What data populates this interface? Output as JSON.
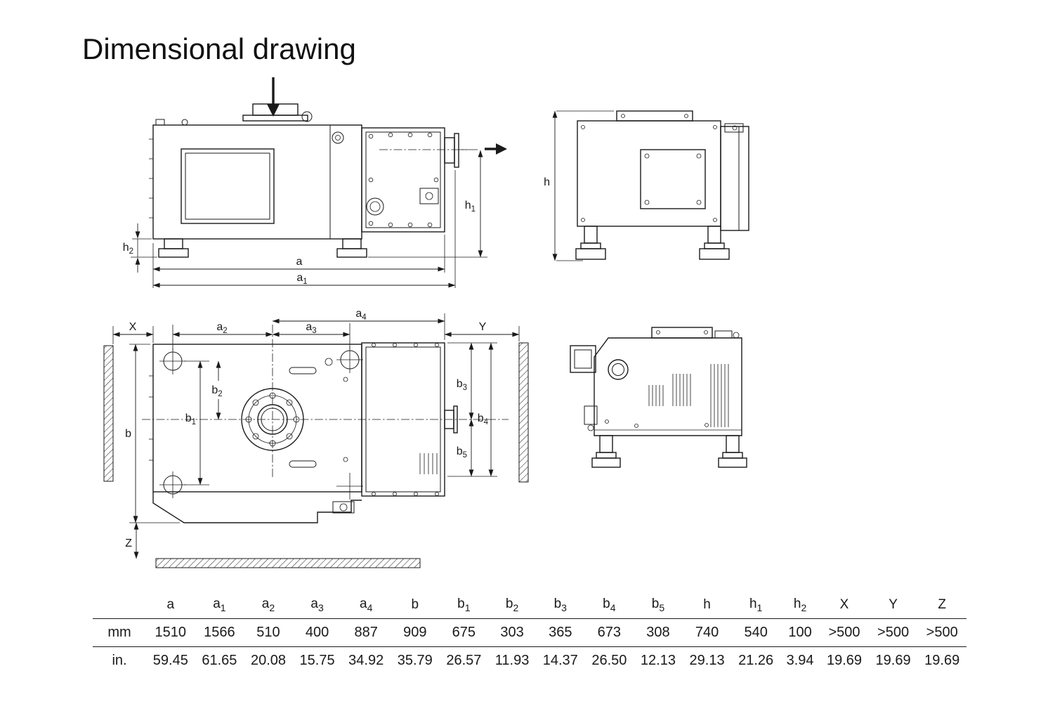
{
  "title": "Dimensional drawing",
  "drawing": {
    "labels": {
      "a": {
        "base": "a",
        "sub": ""
      },
      "a1": {
        "base": "a",
        "sub": "1"
      },
      "a2": {
        "base": "a",
        "sub": "2"
      },
      "a3": {
        "base": "a",
        "sub": "3"
      },
      "a4": {
        "base": "a",
        "sub": "4"
      },
      "b": {
        "base": "b",
        "sub": ""
      },
      "b1": {
        "base": "b",
        "sub": "1"
      },
      "b2": {
        "base": "b",
        "sub": "2"
      },
      "b3": {
        "base": "b",
        "sub": "3"
      },
      "b4": {
        "base": "b",
        "sub": "4"
      },
      "b5": {
        "base": "b",
        "sub": "5"
      },
      "h": {
        "base": "h",
        "sub": ""
      },
      "h1": {
        "base": "h",
        "sub": "1"
      },
      "h2": {
        "base": "h",
        "sub": "2"
      },
      "X": {
        "base": "X",
        "sub": ""
      },
      "Y": {
        "base": "Y",
        "sub": ""
      },
      "Z": {
        "base": "Z",
        "sub": ""
      }
    }
  },
  "table": {
    "columns": [
      {
        "base": "a",
        "sub": ""
      },
      {
        "base": "a",
        "sub": "1"
      },
      {
        "base": "a",
        "sub": "2"
      },
      {
        "base": "a",
        "sub": "3"
      },
      {
        "base": "a",
        "sub": "4"
      },
      {
        "base": "b",
        "sub": ""
      },
      {
        "base": "b",
        "sub": "1"
      },
      {
        "base": "b",
        "sub": "2"
      },
      {
        "base": "b",
        "sub": "3"
      },
      {
        "base": "b",
        "sub": "4"
      },
      {
        "base": "b",
        "sub": "5"
      },
      {
        "base": "h",
        "sub": ""
      },
      {
        "base": "h",
        "sub": "1"
      },
      {
        "base": "h",
        "sub": "2"
      },
      {
        "base": "X",
        "sub": ""
      },
      {
        "base": "Y",
        "sub": ""
      },
      {
        "base": "Z",
        "sub": ""
      }
    ],
    "rows": [
      {
        "label": "mm",
        "values": [
          "1510",
          "1566",
          "510",
          "400",
          "887",
          "909",
          "675",
          "303",
          "365",
          "673",
          "308",
          "740",
          "540",
          "100",
          "&gt;500",
          ">500",
          ">500"
        ]
      },
      {
        "label": "in.",
        "values": [
          "59.45",
          "61.65",
          "20.08",
          "15.75",
          "34.92",
          "35.79",
          "26.57",
          "11.93",
          "14.37",
          "26.50",
          "12.13",
          "29.13",
          "21.26",
          "3.94",
          "19.69",
          "19.69",
          "19.69"
        ]
      }
    ]
  }
}
